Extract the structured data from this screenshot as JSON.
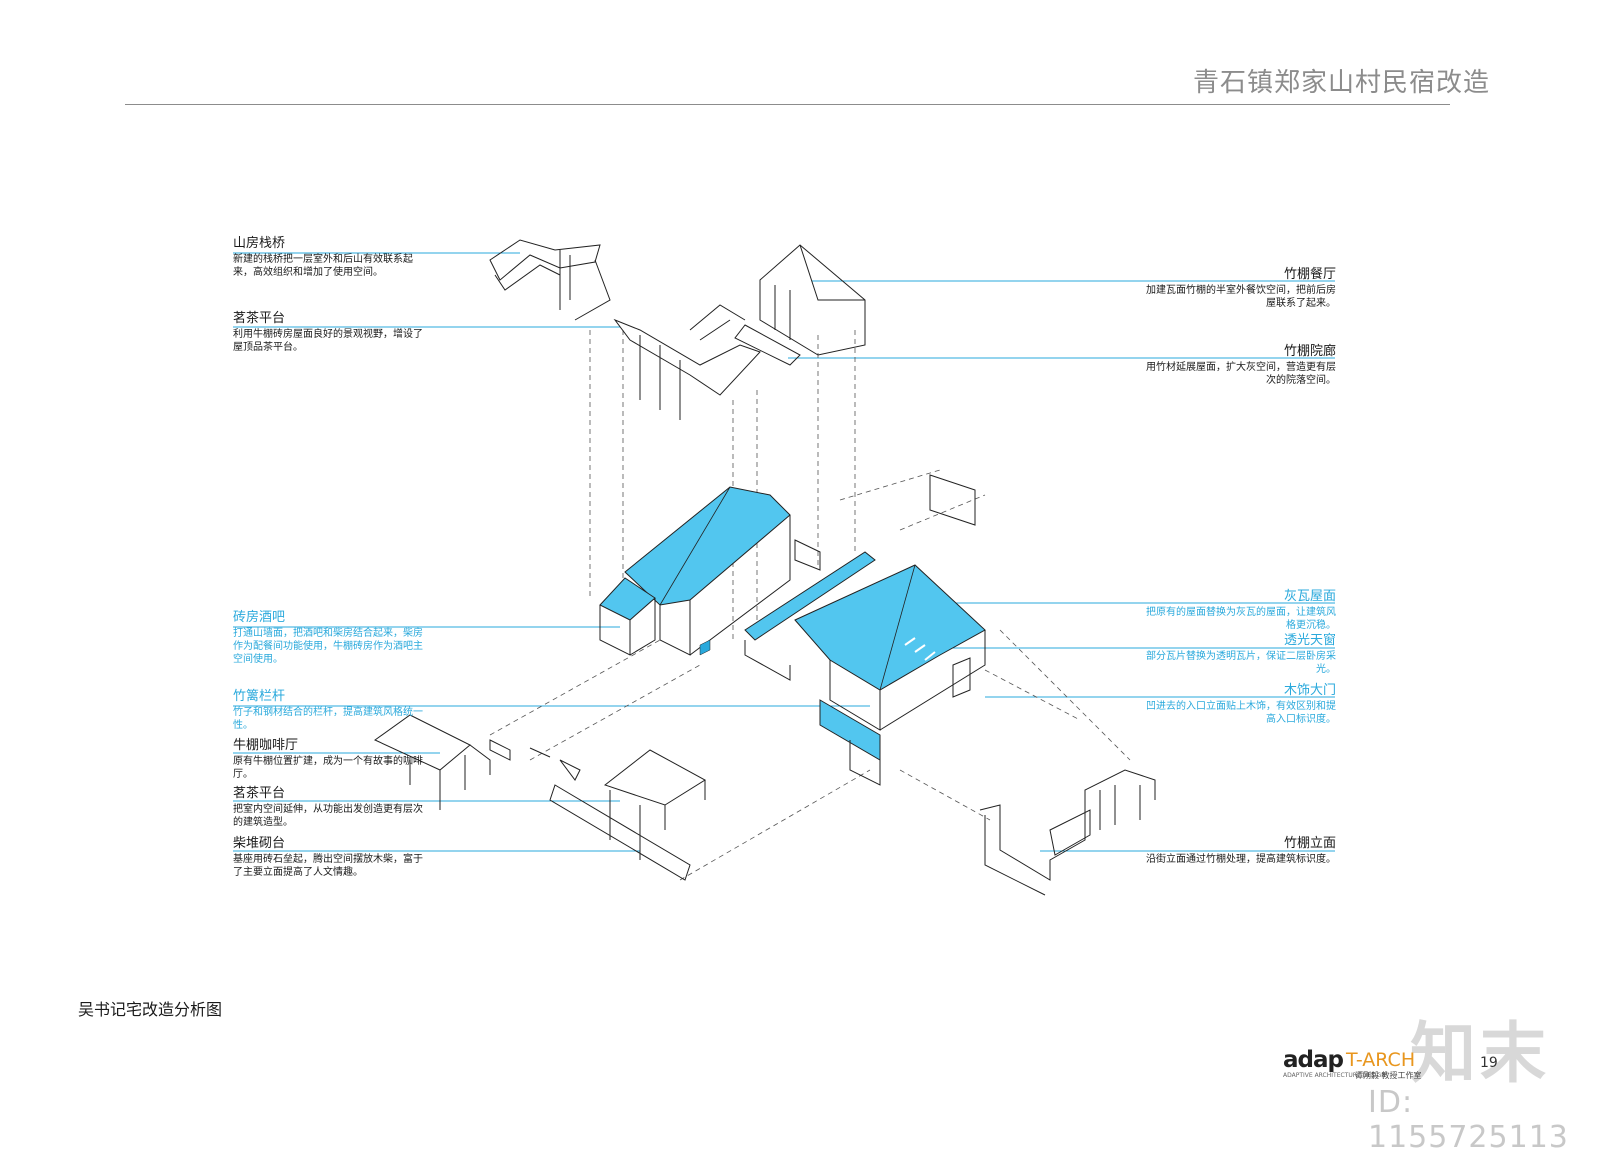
{
  "header": {
    "title": "青石镇郑家山村民宿改造"
  },
  "caption": "吴书记宅改造分析图",
  "annotations": {
    "left": [
      {
        "title": "山房栈桥",
        "text": "新建的栈桥把一层室外和后山有效联系起来，高效组织和增加了使用空间。"
      },
      {
        "title": "茗茶平台",
        "text": "利用牛棚砖房屋面良好的景观视野，增设了屋顶品茶平台。"
      },
      {
        "title": "砖房酒吧",
        "text": "打通山墙面，把酒吧和柴房结合起来，柴房作为配餐间功能使用，牛棚砖房作为酒吧主空间使用。"
      },
      {
        "title": "竹篱栏杆",
        "text": "竹子和钢材结合的栏杆，提高建筑风格统一性。"
      },
      {
        "title": "牛棚咖啡厅",
        "text": "原有牛棚位置扩建，成为一个有故事的咖啡厅。"
      },
      {
        "title": "茗茶平台",
        "text": "把室内空间延伸，从功能出发创造更有层次的建筑造型。"
      },
      {
        "title": "柴堆砌台",
        "text": "基座用砖石垒起，腾出空间摆放木柴，富于了主要立面提高了人文情趣。"
      }
    ],
    "right": [
      {
        "title": "竹棚餐厅",
        "text": "加建瓦面竹棚的半室外餐饮空间，把前后房屋联系了起来。"
      },
      {
        "title": "竹棚院廊",
        "text": "用竹材延展屋面，扩大灰空间，营造更有层次的院落空间。"
      },
      {
        "title": "灰瓦屋面",
        "text": "把原有的屋面替换为灰瓦的屋面，让建筑风格更沉稳。"
      },
      {
        "title": "透光天窗",
        "text": "部分瓦片替换为透明瓦片，保证二层卧房采光。"
      },
      {
        "title": "木饰大门",
        "text": "凹进去的入口立面贴上木饰，有效区别和提高入口标识度。"
      },
      {
        "title": "竹棚立面",
        "text": "沿街立面通过竹棚处理，提高建筑标识度。"
      }
    ]
  },
  "branding": {
    "adap": "adap",
    "tarch": "T-ARCH",
    "sub": "ADAPTIVE ARCHITECTURE DESIGN",
    "studio": "谭刚毅 教授工作室",
    "page_number": "19"
  },
  "watermark": {
    "logo": "知末",
    "id": "ID: 1155725113"
  },
  "colors": {
    "accent_blue": "#2aa9dc",
    "roof_fill": "#52c6ef",
    "leader_line": "#2aa9dc",
    "title_gray": "#8c8c8c"
  }
}
